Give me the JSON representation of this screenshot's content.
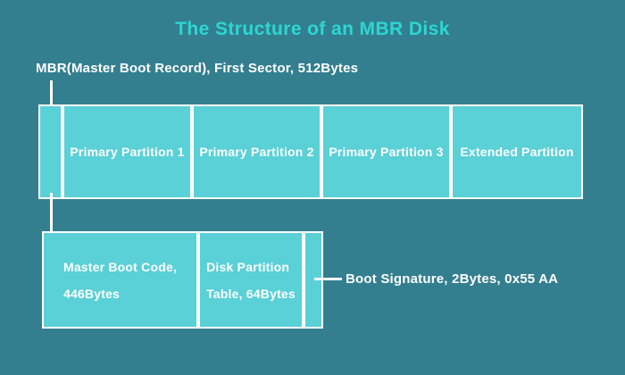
{
  "title": "The Structure of an MBR Disk",
  "colors": {
    "background": "#337f8f",
    "box_fill": "#5ad0d7",
    "title_text": "#2dd7d1",
    "label_text": "#ffffff",
    "connector_line": "#ffffff"
  },
  "mbr_label": "MBR(Master Boot Record), First Sector, 512Bytes",
  "disk_row": {
    "cells": [
      {
        "name": "mbr-sector",
        "label": ""
      },
      {
        "name": "primary-partition-1",
        "label": "Primary Partition 1"
      },
      {
        "name": "primary-partition-2",
        "label": "Primary Partition 2"
      },
      {
        "name": "primary-partition-3",
        "label": "Primary Partition 3"
      },
      {
        "name": "extended-partition",
        "label": "Extended Partition"
      }
    ]
  },
  "mbr_detail_row": {
    "cells": [
      {
        "name": "master-boot-code",
        "line1": "Master Boot Code,",
        "line2": "446Bytes"
      },
      {
        "name": "disk-partition-table",
        "line1": "Disk Partition",
        "line2": "Table, 64Bytes"
      },
      {
        "name": "boot-signature-sector",
        "line1": "",
        "line2": ""
      }
    ]
  },
  "boot_signature_label": "Boot Signature, 2Bytes, 0x55 AA"
}
